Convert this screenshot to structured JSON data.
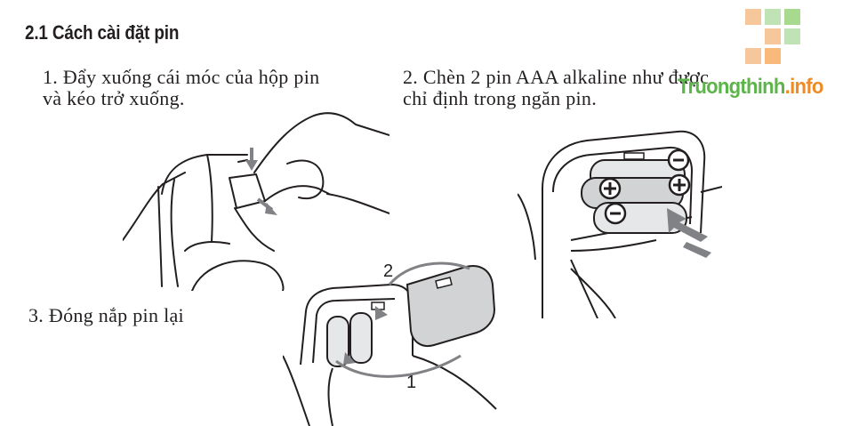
{
  "heading": "2.1 Cách cài đặt pin",
  "steps": [
    {
      "line1": "1. Đẩy xuống cái móc của hộp pin",
      "line2": "và kéo trở xuống."
    },
    {
      "line1": "2. Chèn 2 pin AAA alkaline như được",
      "line2": "chỉ định trong ngăn pin."
    },
    {
      "line1": "3. Đóng nắp pin lại"
    }
  ],
  "figure_labels": {
    "first": "1",
    "second": "2"
  },
  "logo": {
    "brand": "Truongthinh",
    "suffix": ".info"
  },
  "colors": {
    "logo_green": "#5cb548",
    "logo_orange": "#f08a24",
    "text": "#231f20"
  },
  "icons": [
    "plus-icon",
    "minus-icon",
    "arrow-icon"
  ]
}
